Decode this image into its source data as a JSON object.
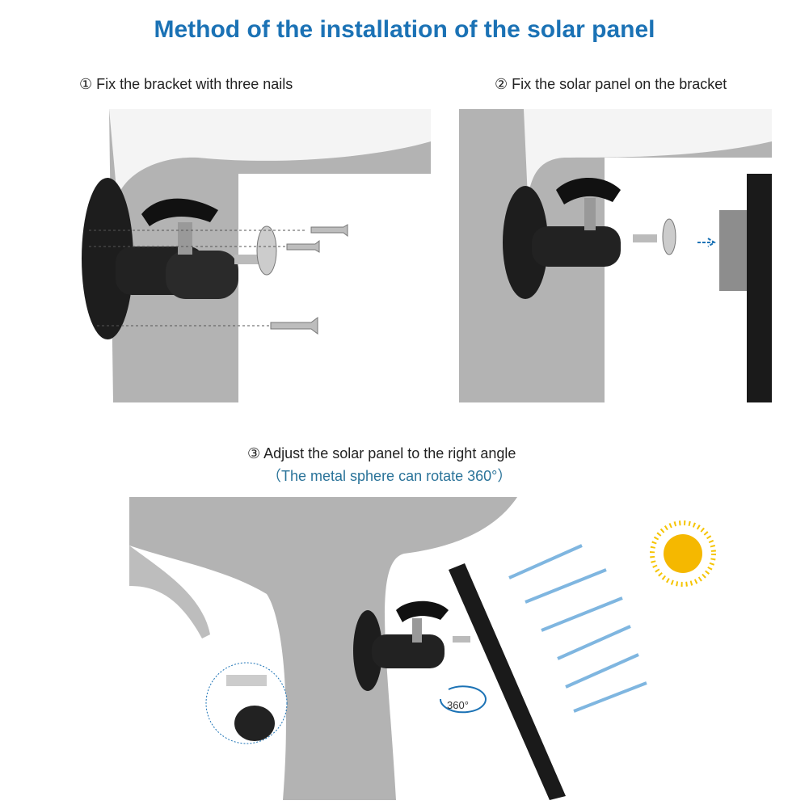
{
  "title": "Method of the installation of the solar panel",
  "steps": [
    {
      "number": "①",
      "label": "Fix the bracket with three nails"
    },
    {
      "number": "②",
      "label": "Fix the solar panel on the bracket"
    },
    {
      "number": "③",
      "label": "Adjust the solar panel to the right angle",
      "note": "（The metal sphere can rotate 360°）"
    }
  ],
  "rotation_label": "360°",
  "colors": {
    "title": "#1b72b5",
    "note": "#2a7399",
    "arrows": "#7fb6e0",
    "sun": "#f5b800"
  }
}
